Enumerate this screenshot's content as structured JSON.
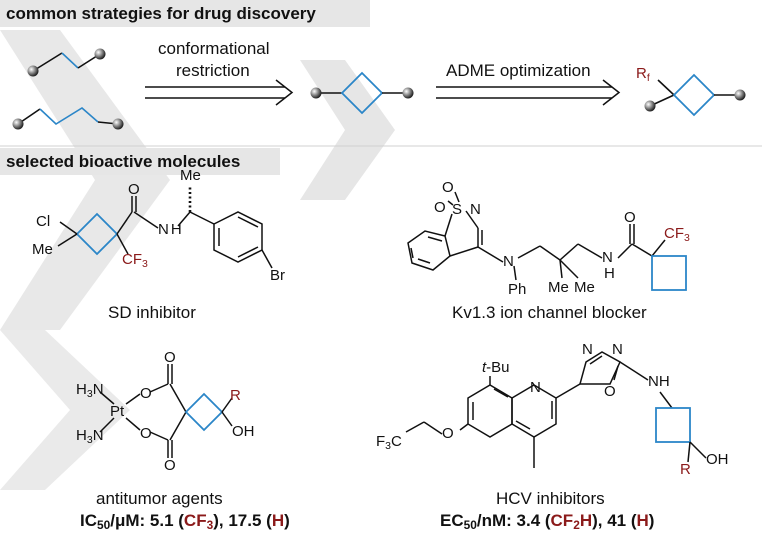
{
  "header1": "common strategies for drug discovery",
  "header2": "selected bioactive molecules",
  "step1": {
    "line1": "conformational",
    "line2": "restriction"
  },
  "step2": "ADME optimization",
  "rf": {
    "base": "R",
    "sub": "f"
  },
  "sd": {
    "label": "SD inhibitor",
    "atoms": {
      "cl": "Cl",
      "me1": "Me",
      "me2": "Me",
      "o": "O",
      "nh": "H",
      "n": "N",
      "br": "Br",
      "cf": "CF",
      "cfsub": "3"
    }
  },
  "kv": {
    "label": "Kv1.3 ion channel blocker",
    "atoms": {
      "o1": "O",
      "o2": "O",
      "s": "S",
      "n1": "N",
      "n2": "N",
      "ph": "Ph",
      "me1": "Me",
      "me2": "Me",
      "n3": "N",
      "h": "H",
      "o3": "O",
      "cf": "CF",
      "cfsub": "3"
    }
  },
  "anti": {
    "label": "antitumor agents",
    "atoms": {
      "h3n1": "H",
      "n1": "N",
      "sub3": "3",
      "h3n2": "H",
      "n2": "N",
      "pt": "Pt",
      "o1": "O",
      "o2": "O",
      "o3": "O",
      "o4": "O",
      "r": "R",
      "oh": "OH"
    },
    "ic": {
      "prefix": "IC",
      "sub": "50",
      "unit": "/μM: 5.1 (",
      "cf3": "CF",
      "cf3sub": "3",
      "mid": "), 17.5 (",
      "h": "H",
      "end": ")"
    }
  },
  "hcv": {
    "label": "HCV inhibitors",
    "atoms": {
      "tbu_t": "t",
      "tbu": "-Bu",
      "n1": "N",
      "n2": "N",
      "n3": "N",
      "o1": "O",
      "nh": "NH",
      "f3c": "F",
      "f3sub": "3",
      "f3c2": "C",
      "o2": "O",
      "r": "R",
      "oh": "OH"
    },
    "ec": {
      "prefix": "EC",
      "sub": "50",
      "unit": "/nM: 3.4 (",
      "cf2h": "CF",
      "cf2sub": "2",
      "cf2h2": "H",
      "mid": "), 41 (",
      "h": "H",
      "end": ")"
    }
  },
  "colors": {
    "ring": "#2b86c8",
    "cf3": "#8b1a1a",
    "header_bg": "#e6e6e6",
    "chevron": "#d6d6d6"
  }
}
